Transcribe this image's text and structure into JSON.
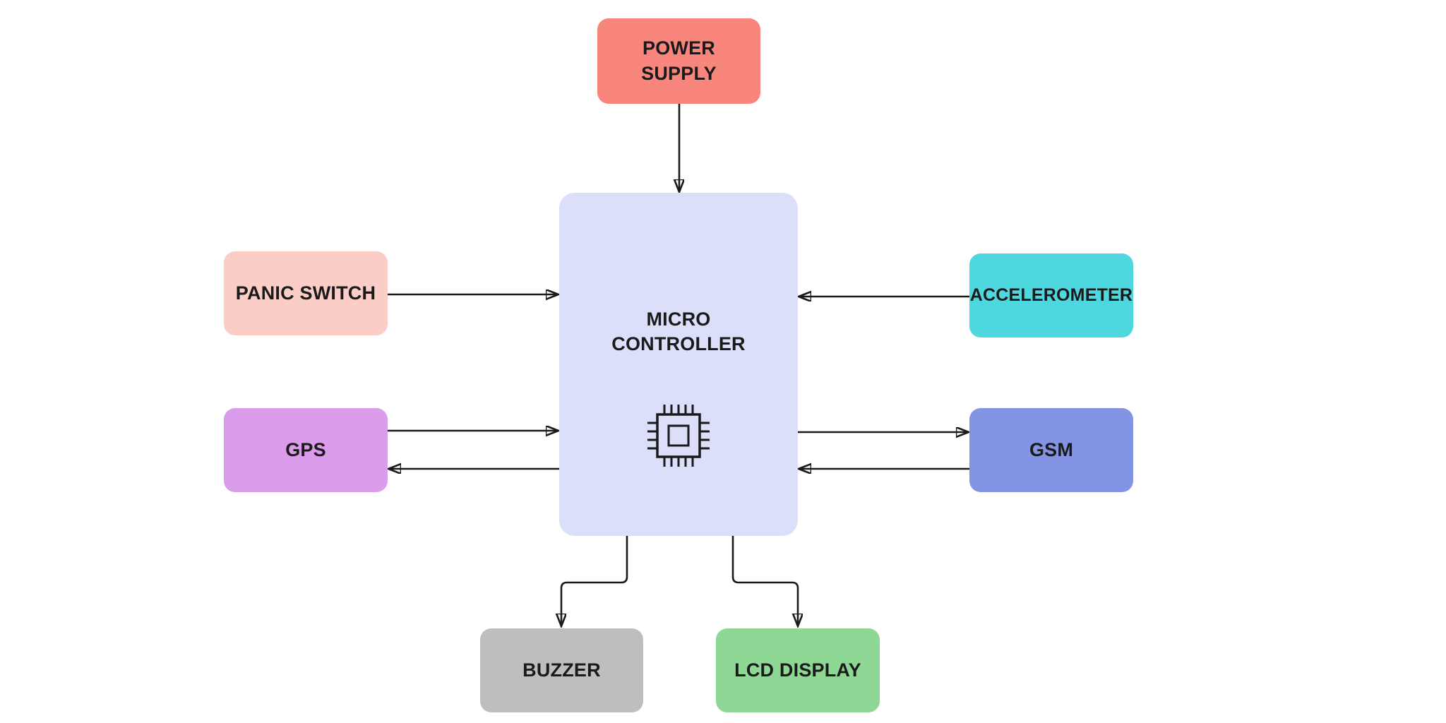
{
  "diagram": {
    "background": "#ffffff",
    "connector_color": "#1a1a1a",
    "nodes": {
      "power_supply": {
        "label": "POWER\nSUPPLY",
        "color": "#F8867D"
      },
      "micro_controller": {
        "label": "MICRO\nCONTROLLER",
        "color": "#DBDFFA"
      },
      "panic_switch": {
        "label": "PANIC SWITCH",
        "color": "#FBCDC7"
      },
      "gps": {
        "label": "GPS",
        "color": "#DC9CEC"
      },
      "accelerometer": {
        "label": "ACCELEROMETER",
        "color": "#4ED7DE"
      },
      "gsm": {
        "label": "GSM",
        "color": "#8494E4"
      },
      "buzzer": {
        "label": "BUZZER",
        "color": "#BEBEBE"
      },
      "lcd_display": {
        "label": "LCD DISPLAY",
        "color": "#8FD795"
      }
    },
    "connections": [
      {
        "from": "power_supply",
        "to": "micro_controller",
        "direction": "one-way"
      },
      {
        "from": "panic_switch",
        "to": "micro_controller",
        "direction": "one-way"
      },
      {
        "from": "accelerometer",
        "to": "micro_controller",
        "direction": "one-way"
      },
      {
        "from": "gps",
        "to": "micro_controller",
        "direction": "two-way"
      },
      {
        "from": "gsm",
        "to": "micro_controller",
        "direction": "two-way"
      },
      {
        "from": "micro_controller",
        "to": "buzzer",
        "direction": "one-way"
      },
      {
        "from": "micro_controller",
        "to": "lcd_display",
        "direction": "one-way"
      }
    ]
  }
}
